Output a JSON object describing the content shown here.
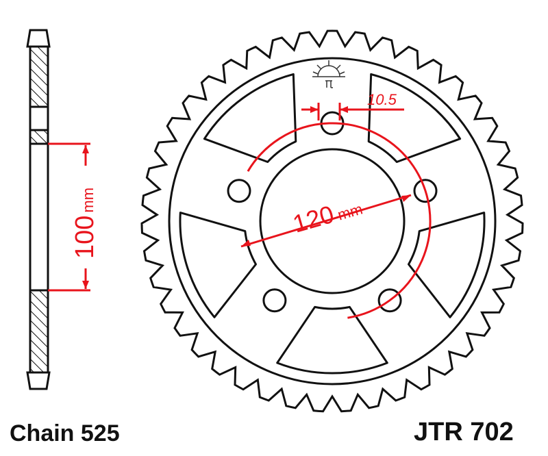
{
  "labels": {
    "chain": "Chain 525",
    "part_number": "JTR 702",
    "height_dim_value": "100",
    "height_dim_unit": "mm",
    "pcd_value": "120",
    "pcd_unit": "mm",
    "bolt_hole_dim": "10.5"
  },
  "colors": {
    "outline": "#111111",
    "dimension": "#e8141c"
  },
  "logo": "jt-sun-logo"
}
